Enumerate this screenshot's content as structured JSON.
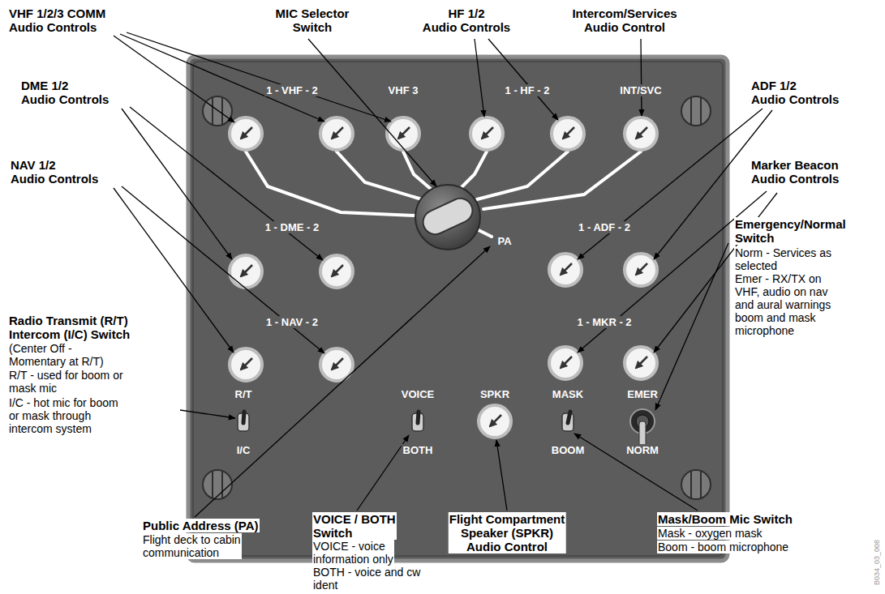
{
  "diagram": {
    "nodes": [
      {
        "text": [
          "1 - VHF - 2",
          "VHF 3",
          "1 - HF - 2",
          "INT/SVC",
          "1 - DME - 2",
          "PA",
          "1 - ADF - 2",
          "1 - NAV - 2",
          "1 - MKR - 2",
          "R/T",
          "VOICE",
          "SPKR",
          "MASK",
          "EMER",
          "I/C",
          "BOTH",
          "BOOM",
          "NORM"
        ]
      }
    ],
    "labels": [
      "VHF 1/2/3 COMM Audio Controls",
      "MIC Selector Switch",
      "HF 1/2 Audio Controls",
      "Intercom/Services Audio Control",
      "DME 1/2 Audio Controls",
      "ADF 1/2 Audio Controls",
      "NAV 1/2 Audio Controls",
      "Marker Beacon Audio Controls",
      "Emergency/Normal Switch",
      "Norm - Services as selected",
      "Emer - RX/TX on VHF, audio on nav and aural warnings boom and mask microphone",
      "Radio Transmit (R/T) Intercom (I/C) Switch",
      "(Center Off - Momentary at R/T)",
      "R/T - used for boom or mask mic",
      "I/C - hot mic for boom or mask through intercom system",
      "Public Address (PA)",
      "Flight deck to cabin communication",
      "VOICE / BOTH Switch",
      "VOICE - voice information only",
      "BOTH - voice and cw ident",
      "Flight Compartment Speaker (SPKR) Audio Control",
      "Mask/Boom Mic Switch",
      "Mask - oxygen mask",
      "Boom - boom microphone",
      "B034_03_008"
    ]
  }
}
